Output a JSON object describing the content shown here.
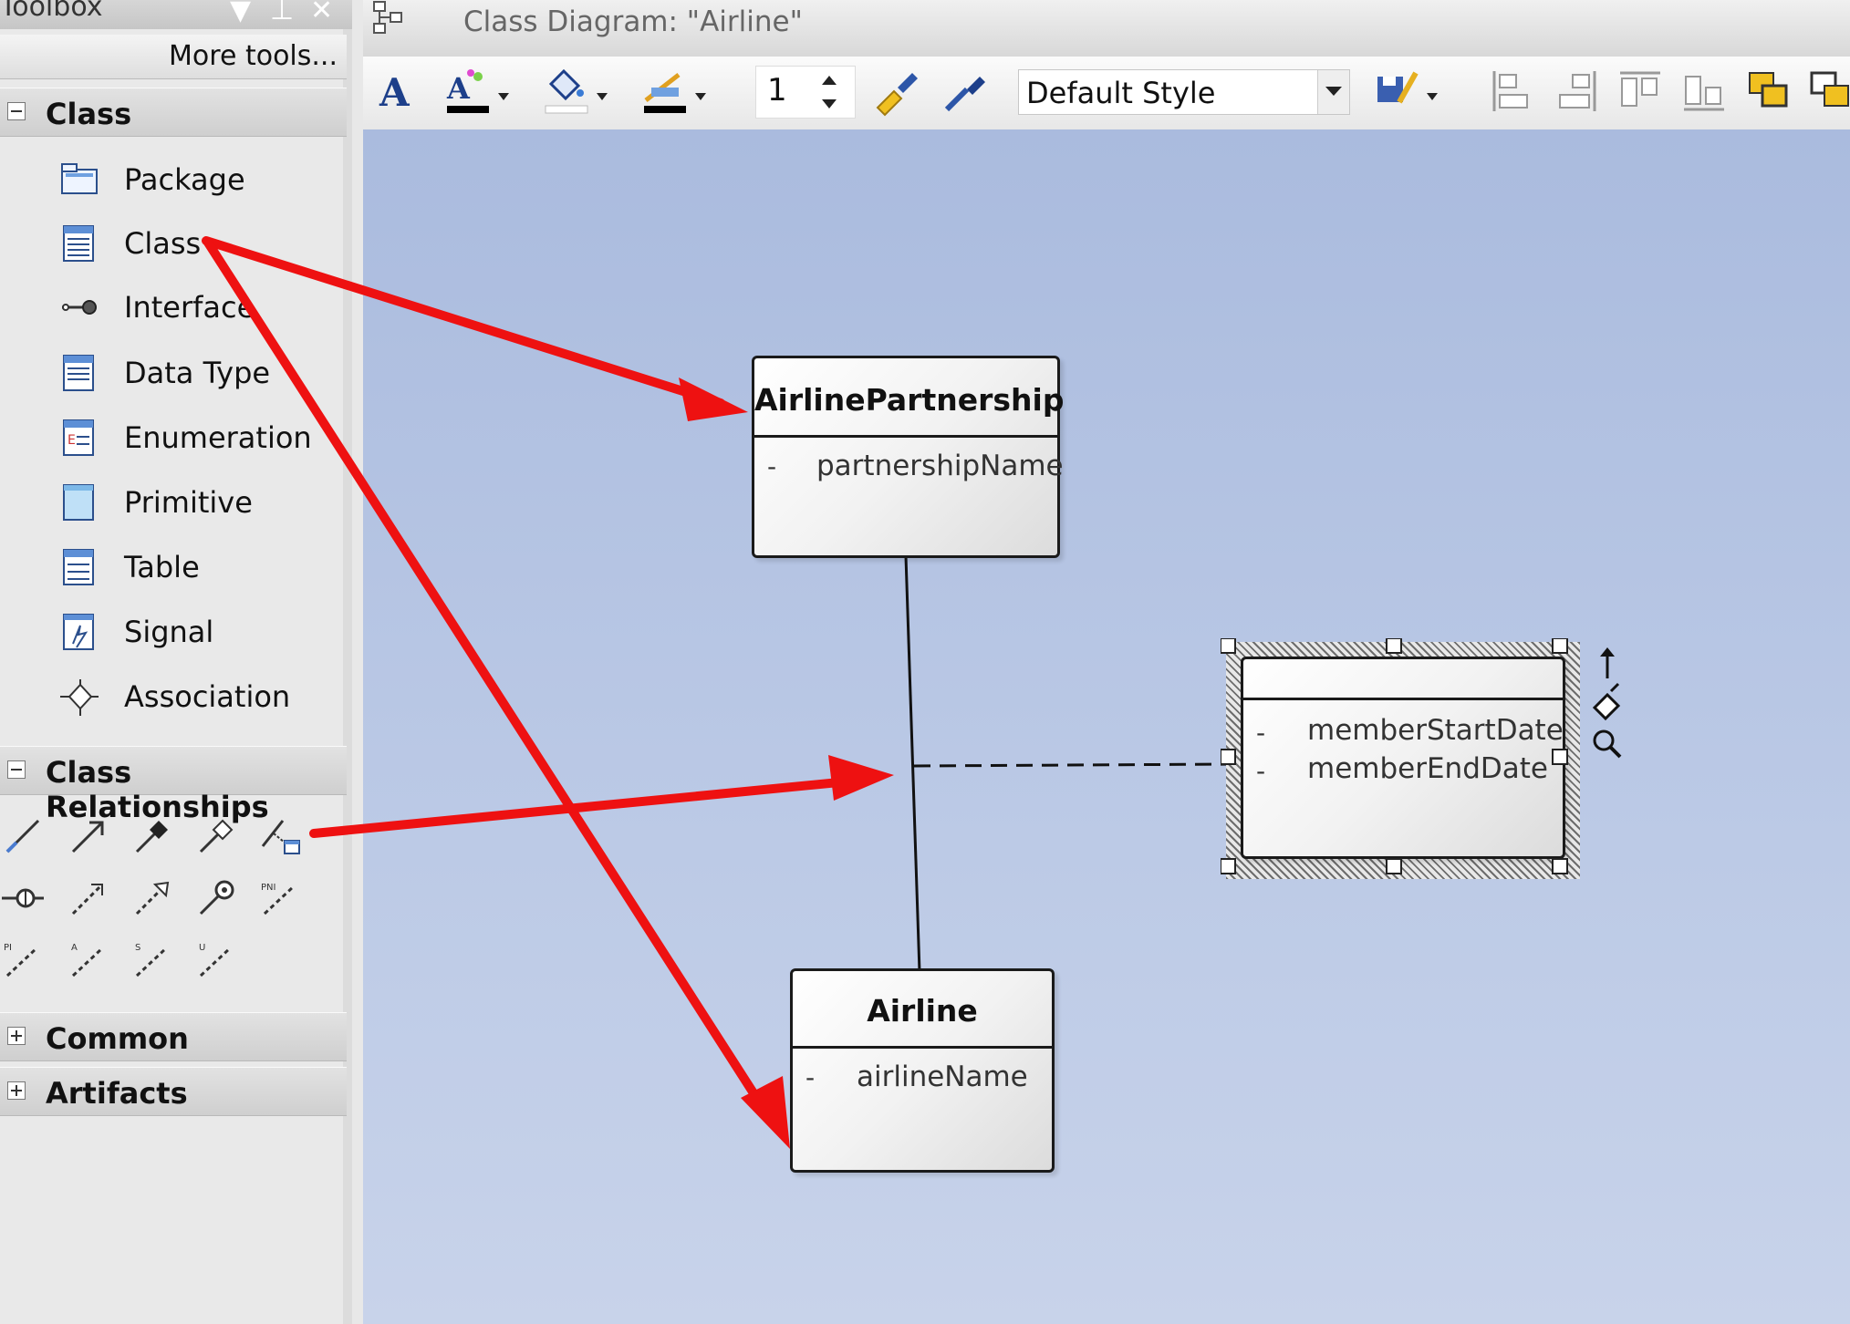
{
  "toolbox": {
    "title": "Toolbox",
    "more_tools": "More tools...",
    "sections": {
      "class": "Class",
      "relationships": "Class Relationships",
      "common": "Common",
      "artifacts": "Artifacts"
    },
    "items": [
      {
        "label": "Package",
        "icon": "package-icon"
      },
      {
        "label": "Class",
        "icon": "class-icon"
      },
      {
        "label": "Interface",
        "icon": "interface-icon"
      },
      {
        "label": "Data Type",
        "icon": "data-type-icon"
      },
      {
        "label": "Enumeration",
        "icon": "enumeration-icon"
      },
      {
        "label": "Primitive",
        "icon": "primitive-icon"
      },
      {
        "label": "Table",
        "icon": "table-icon"
      },
      {
        "label": "Signal",
        "icon": "signal-icon"
      },
      {
        "label": "Association",
        "icon": "association-icon"
      }
    ]
  },
  "diagram": {
    "title": "Class Diagram: \"Airline\"",
    "toolbar": {
      "line_width": "1",
      "style": "Default Style"
    },
    "classes": {
      "partnership": {
        "name": "AirlinePartnership",
        "visibility": "-",
        "attribute": "partnershipName"
      },
      "airline": {
        "name": "Airline",
        "visibility": "-",
        "attribute": "airlineName"
      },
      "association_class": {
        "name": "",
        "attributes": [
          {
            "visibility": "-",
            "name": "memberStartDate"
          },
          {
            "visibility": "-",
            "name": "memberEndDate"
          }
        ]
      }
    }
  },
  "colors": {
    "canvas_top": "#aabbde",
    "canvas_bottom": "#c8d3ea",
    "annotation_arrow": "#ee1111",
    "toolbox_bg": "#e9e9e9"
  }
}
